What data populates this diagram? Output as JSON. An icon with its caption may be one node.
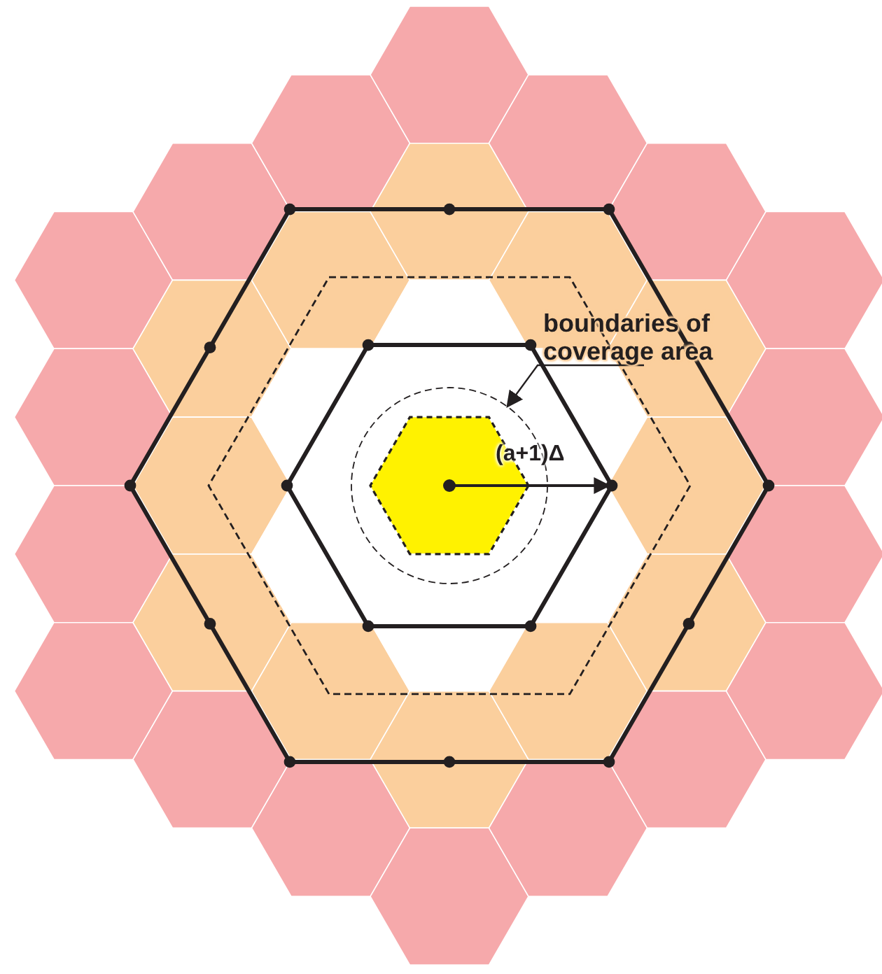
{
  "diagram": {
    "nodes": [
      {
        "text": [
          "boundaries of coverage area"
        ]
      },
      {
        "text": [],
        "shape": "circle"
      }
    ],
    "edges": [
      {
        "from": 0,
        "to": 1,
        "arrow": "to"
      }
    ],
    "labels": [
      "(a+1)Δ"
    ]
  }
}
